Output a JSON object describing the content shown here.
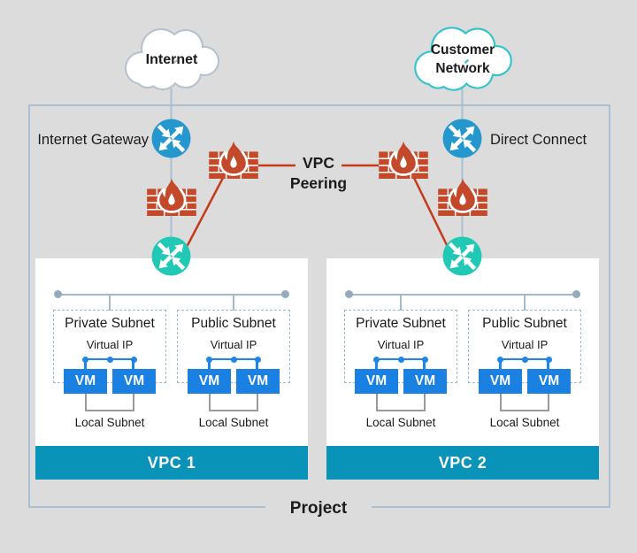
{
  "clouds": {
    "internet": "Internet",
    "customer_network": "Customer Network"
  },
  "nodes": {
    "internet_gateway_label": "Internet Gateway",
    "direct_connect_label": "Direct Connect",
    "vpc_peering_label": "VPC Peering"
  },
  "project_label": "Project",
  "vpcs": [
    {
      "name": "VPC 1",
      "subnets": [
        {
          "title": "Private Subnet",
          "virtual_ip": "Virtual IP",
          "vms": [
            "VM",
            "VM"
          ],
          "local_subnet": "Local Subnet"
        },
        {
          "title": "Public Subnet",
          "virtual_ip": "Virtual IP",
          "vms": [
            "VM",
            "VM"
          ],
          "local_subnet": "Local Subnet"
        }
      ]
    },
    {
      "name": "VPC 2",
      "subnets": [
        {
          "title": "Private Subnet",
          "virtual_ip": "Virtual IP",
          "vms": [
            "VM",
            "VM"
          ],
          "local_subnet": "Local Subnet"
        },
        {
          "title": "Public Subnet",
          "virtual_ip": "Virtual IP",
          "vms": [
            "VM",
            "VM"
          ],
          "local_subnet": "Local Subnet"
        }
      ]
    }
  ],
  "icons": {
    "internet_cloud": "cloud-icon",
    "customer_network_cloud": "cloud-icon",
    "internet_gateway": "router-icon",
    "direct_connect": "router-icon",
    "vpc_router": "router-icon",
    "firewall": "firewall-brick-flame-icon"
  },
  "colors": {
    "background": "#dcdcdc",
    "project_border": "#a9bfd2",
    "router_blue": "#2497ce",
    "router_teal": "#21c9b4",
    "firewall_red": "#c4492a",
    "peering_line_red": "#c43a1a",
    "vm_blue": "#1a80e2",
    "connector_blue": "#1e86e6",
    "vpc_bar": "#0a93b8",
    "customer_cloud_border": "#2fc4cb",
    "internet_cloud_border": "#b5c1cf",
    "bus_line": "#a4b9ca",
    "bus_dot": "#93aabf",
    "dashed_border": "#9db9cd",
    "bracket_gray": "#9a9a9a"
  }
}
